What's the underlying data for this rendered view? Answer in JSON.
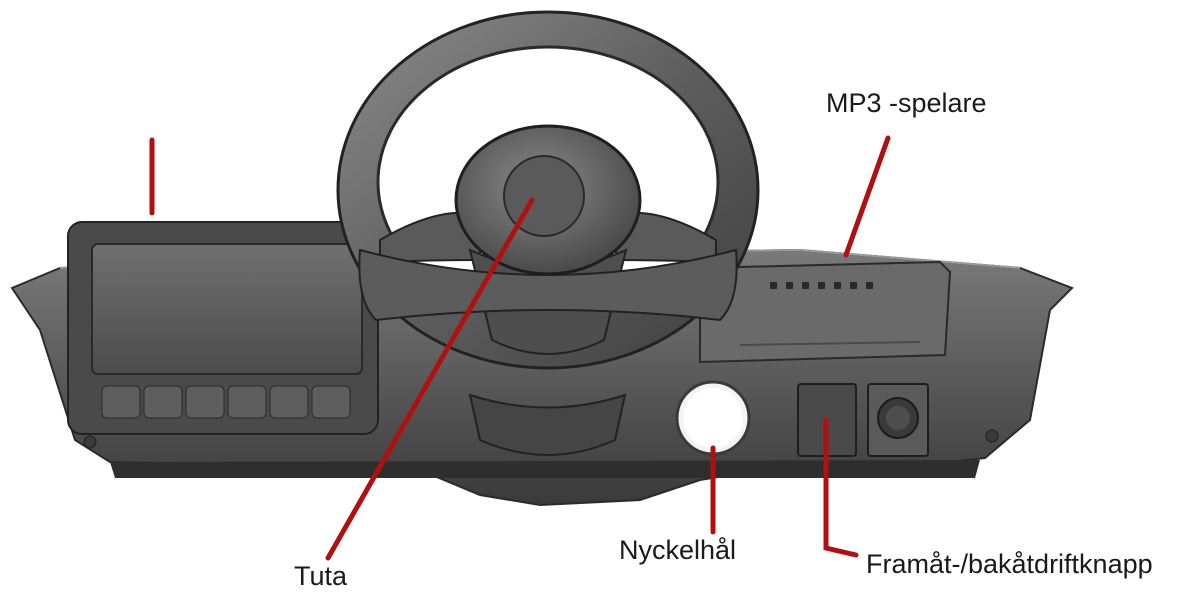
{
  "labels": {
    "mp3": "MP3 -spelare",
    "tuta": "Tuta",
    "nyckelhal": "Nyckelhål",
    "framat": "Framåt-/bakåtdriftknapp"
  },
  "colors": {
    "pointer": "#b01010",
    "dash_fill": "#5a5a5a",
    "dash_dark": "#2c2c2c"
  }
}
